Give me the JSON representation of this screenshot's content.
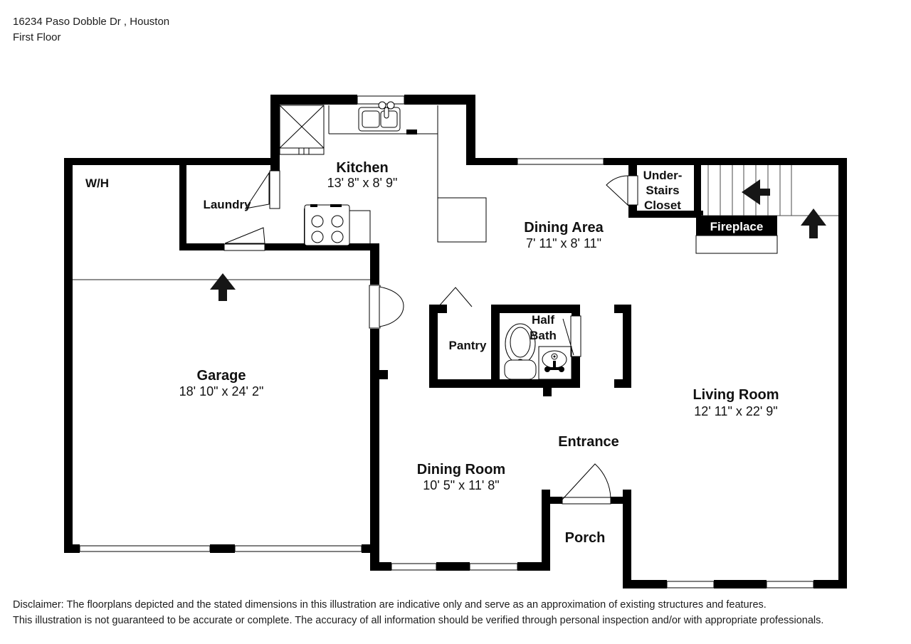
{
  "header": {
    "address": "16234 Paso Dobble Dr , Houston",
    "floor": "First Floor"
  },
  "rooms": {
    "wh": {
      "label": "W/H"
    },
    "laundry": {
      "label": "Laundry"
    },
    "kitchen": {
      "label": "Kitchen",
      "dims": "13' 8\" x 8' 9\""
    },
    "dining_area": {
      "label": "Dining Area",
      "dims": "7' 11\" x 8' 11\""
    },
    "understairs_closet": {
      "line1": "Under-",
      "line2": "Stairs",
      "line3": "Closet"
    },
    "fireplace": {
      "label": "Fireplace"
    },
    "garage": {
      "label": "Garage",
      "dims": "18' 10\" x 24' 2\""
    },
    "pantry": {
      "label": "Pantry"
    },
    "half_bath": {
      "line1": "Half",
      "line2": "Bath"
    },
    "living_room": {
      "label": "Living Room",
      "dims": "12' 11\" x 22' 9\""
    },
    "dining_room": {
      "label": "Dining Room",
      "dims": "10' 5\" x 11' 8\""
    },
    "entrance": {
      "label": "Entrance"
    },
    "porch": {
      "label": "Porch"
    }
  },
  "disclaimer": {
    "line1": "Disclaimer: The floorplans depicted and the stated dimensions in this illustration are indicative only and serve as an approximation of existing structures and features.",
    "line2": "This illustration is not guaranteed to be accurate or complete. The accuracy of all information should be verified through personal inspection and/or with appropriate professionals."
  },
  "colors": {
    "wall": "#000000",
    "background": "#ffffff",
    "garage_line": "#8f8f8f"
  }
}
